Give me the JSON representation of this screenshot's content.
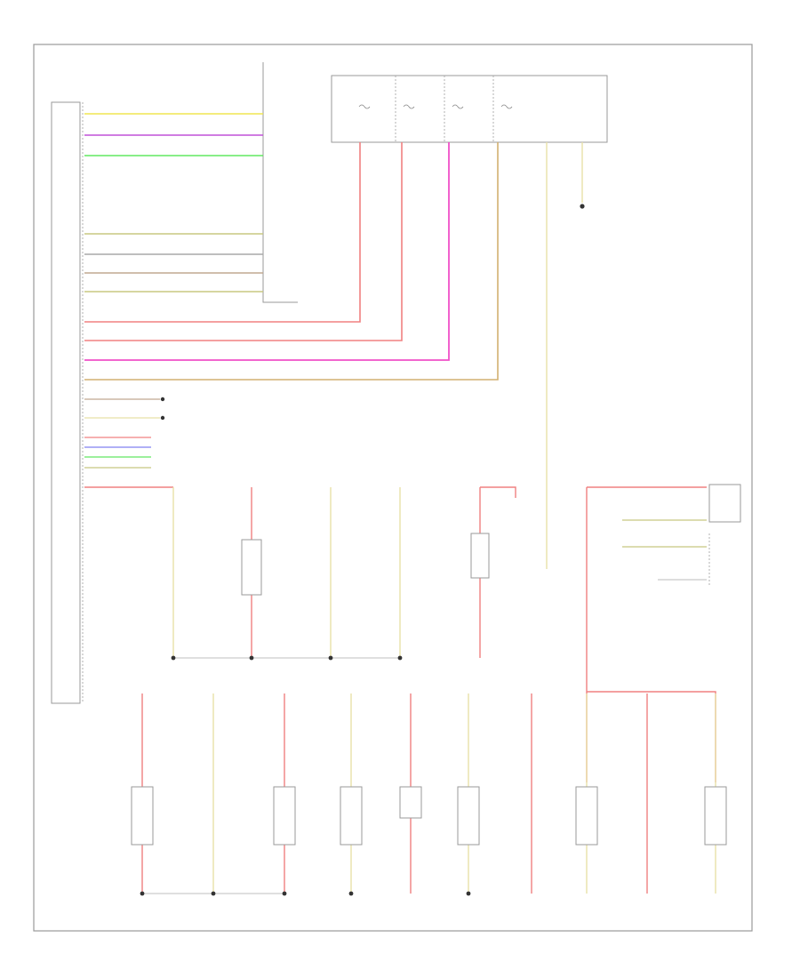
{
  "colors": {
    "frame": "#9a9a9a",
    "wire_yellow": "#f0e650",
    "wire_violet": "#c050d8",
    "wire_green": "#60e860",
    "wire_olive": "#c8c880",
    "wire_grey": "#a8a8a8",
    "wire_brown": "#c0a890",
    "wire_red": "#f08080",
    "wire_pink": "#f050c8",
    "wire_tan": "#d2b070",
    "wire_pale_yellow": "#e8e0a8",
    "wire_blue": "#8080f0"
  },
  "footer": {
    "left_code": "",
    "right_code": ""
  },
  "diagram": {
    "type": "wiring-diagram",
    "fuse_box_terminals": 4,
    "main_harness_wires": [
      {
        "color": "yellow"
      },
      {
        "color": "violet"
      },
      {
        "color": "green"
      },
      {
        "color": "olive"
      },
      {
        "color": "grey"
      },
      {
        "color": "brown"
      },
      {
        "color": "olive"
      },
      {
        "color": "red"
      },
      {
        "color": "red"
      },
      {
        "color": "pink"
      },
      {
        "color": "tan"
      }
    ],
    "lamp_modules": 9
  }
}
